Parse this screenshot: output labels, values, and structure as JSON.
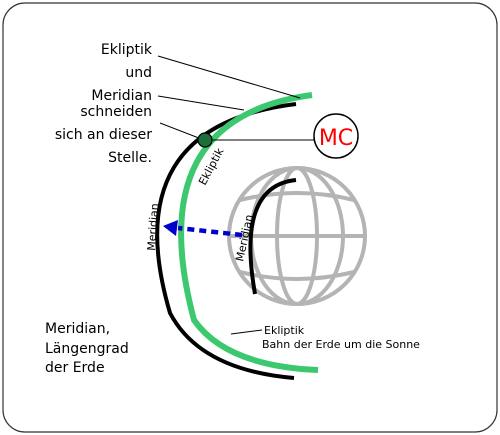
{
  "intersection_text": [
    "Ekliptik",
    "und",
    "Meridian",
    "schneiden",
    "sich an dieser",
    "Stelle."
  ],
  "mc_label": "MC",
  "ecliptic_arc_label": "Ekliptik",
  "meridian_arc_label": "Meridian",
  "earth_meridian_label": "Meridian",
  "meridian_desc": [
    "Meridian,",
    "Längengrad",
    "der Erde"
  ],
  "ecliptic_desc_title": "Ekliptik",
  "ecliptic_desc_sub": "Bahn der Erde um die Sonne",
  "colors": {
    "ecliptic": "#3cc86e",
    "meridian": "#000000",
    "globe": "#b4b4b4",
    "arrow": "#0000cc",
    "intersection_dot": "#1e6e3c",
    "mc_text": "#ff0000",
    "border": "#333333"
  }
}
